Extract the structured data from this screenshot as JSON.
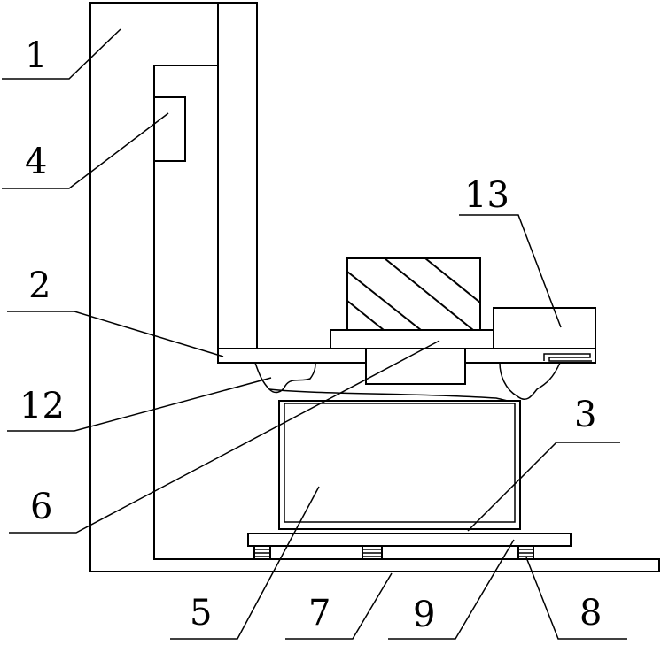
{
  "labels": {
    "l1": "1",
    "l2": "2",
    "l3": "3",
    "l4": "4",
    "l5": "5",
    "l6": "6",
    "l7": "7",
    "l8": "8",
    "l9": "9",
    "l12": "12",
    "l13": "13"
  }
}
